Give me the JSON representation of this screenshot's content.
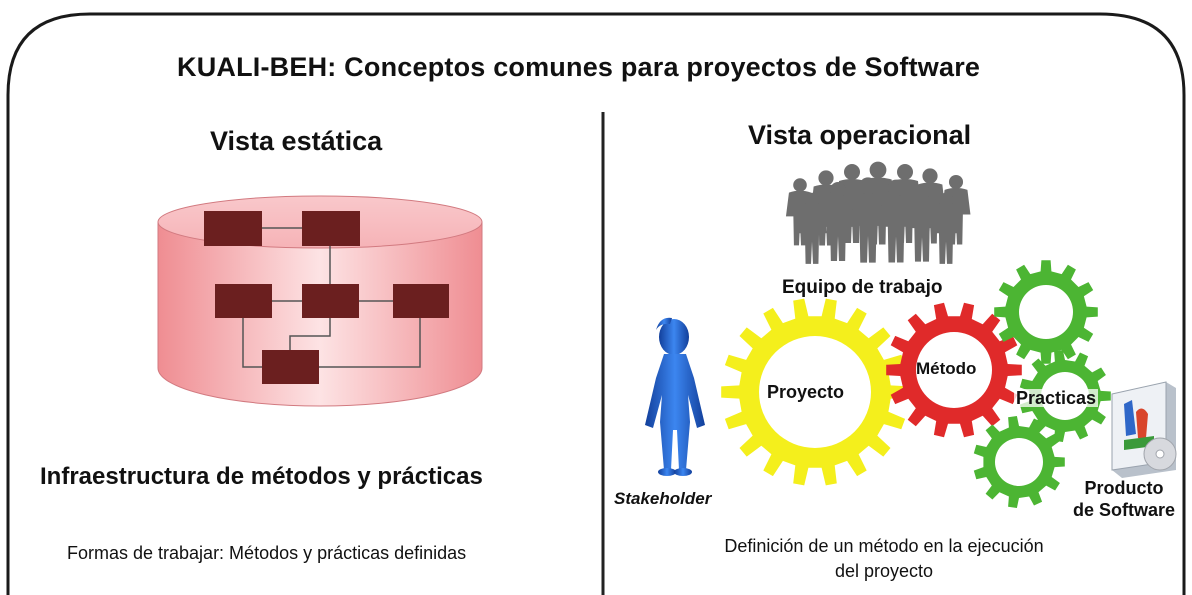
{
  "title": "KUALI-BEH: Conceptos comunes para proyectos de Software",
  "static_view": {
    "heading": "Vista estática",
    "infrastructure": "Infraestructura de métodos y prácticas",
    "caption": "Formas de trabajar: Métodos y prácticas definidas"
  },
  "operational_view": {
    "heading": "Vista operacional",
    "team": "Equipo de trabajo",
    "project": "Proyecto",
    "method": "Método",
    "practices": "Practicas",
    "stakeholder": "Stakeholder",
    "product_line1": "Producto",
    "product_line2": "de Software",
    "caption_line1": "Definición de un método en la ejecución",
    "caption_line2": "del proyecto"
  },
  "colors": {
    "cylinder": "#f4a6aa",
    "box": "#6b1f1f",
    "project_gear": "#f4ef1c",
    "method_gear": "#e02a2a",
    "practice_gear": "#4cb533",
    "person": "#1a5fd6",
    "crowd": "#6e6e6e"
  }
}
